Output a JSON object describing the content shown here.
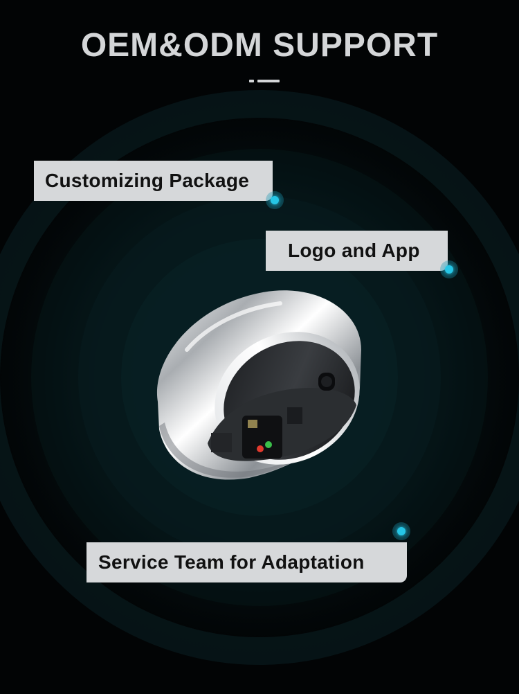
{
  "header": {
    "title": "OEM&ODM SUPPORT"
  },
  "features": [
    {
      "label": "Customizing Package"
    },
    {
      "label": "Logo and App"
    },
    {
      "label": "Service Team for Adaptation"
    }
  ],
  "colors": {
    "background": "#020405",
    "accent": "#26c6e6",
    "tag_background": "#d6d8da",
    "title_text": "#d4d6d8"
  },
  "icons": {
    "feature_marker": "dot-marker-icon",
    "product": "smart-ring-illustration"
  }
}
